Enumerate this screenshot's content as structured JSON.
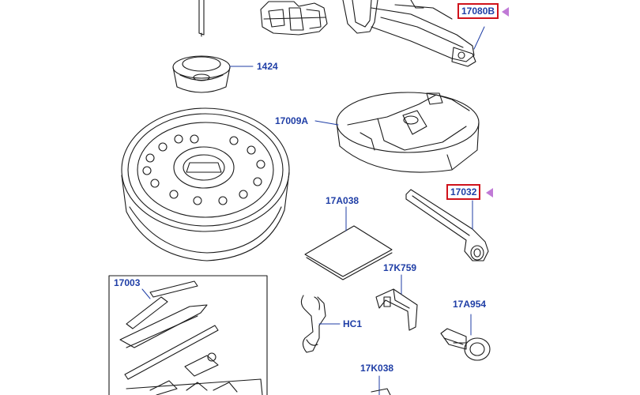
{
  "parts": {
    "p17080B": "17080B",
    "p1424": "1424",
    "p17009A": "17009A",
    "p17A038": "17A038",
    "p17032": "17032",
    "p17003": "17003",
    "p17K759": "17K759",
    "pHC1": "HC1",
    "p17A954": "17A954",
    "p17K038": "17K038"
  },
  "highlighted_parts": [
    "17080B",
    "17032"
  ],
  "colors": {
    "label": "#1f3ea6",
    "highlight_box": "#d0121b",
    "marker": "#c07ad6",
    "line_art": "#1a1a1a"
  }
}
